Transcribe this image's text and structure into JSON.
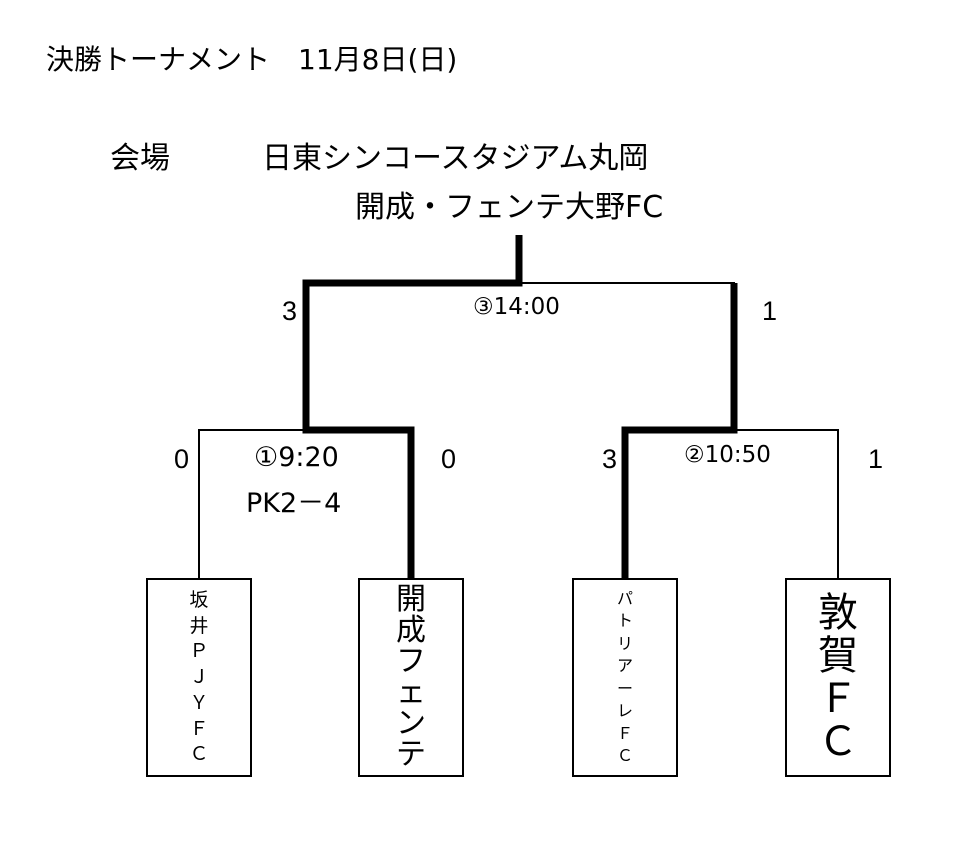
{
  "title": "決勝トーナメント　11月8日(日)",
  "venue": {
    "label": "会場",
    "line1": "日東シンコースタジアム丸岡",
    "line2": "開成・フェンテ大野FC"
  },
  "final": {
    "match": "③14:00",
    "score_left": "3",
    "score_right": "1"
  },
  "semifinal_1": {
    "match": "①9:20",
    "score_left": "0",
    "score_right": "0",
    "pk": "PK2－4"
  },
  "semifinal_2": {
    "match": "②10:50",
    "score_left": "3",
    "score_right": "1"
  },
  "teams": [
    {
      "chars": [
        "坂",
        "井",
        "Ｐ",
        "Ｊ",
        "Ｙ",
        "Ｆ",
        "Ｃ"
      ]
    },
    {
      "chars": [
        "開",
        "成",
        "フ",
        "ェ",
        "ン",
        "テ"
      ]
    },
    {
      "chars": [
        "パ",
        "ト",
        "リ",
        "ア",
        "ー",
        "レ",
        "Ｆ",
        "Ｃ"
      ]
    },
    {
      "chars": [
        "敦",
        "賀",
        "Ｆ",
        "Ｃ"
      ]
    }
  ],
  "colors": {
    "line": "#000000",
    "background": "#ffffff"
  }
}
